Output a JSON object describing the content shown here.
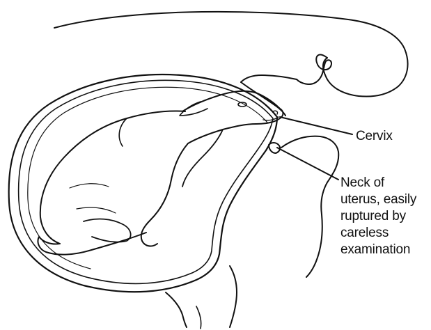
{
  "labels": {
    "cervix": "Cervix",
    "neck_of_uterus": [
      "Neck of",
      "uterus, easily",
      "ruptured by",
      "careless",
      "examination"
    ]
  }
}
